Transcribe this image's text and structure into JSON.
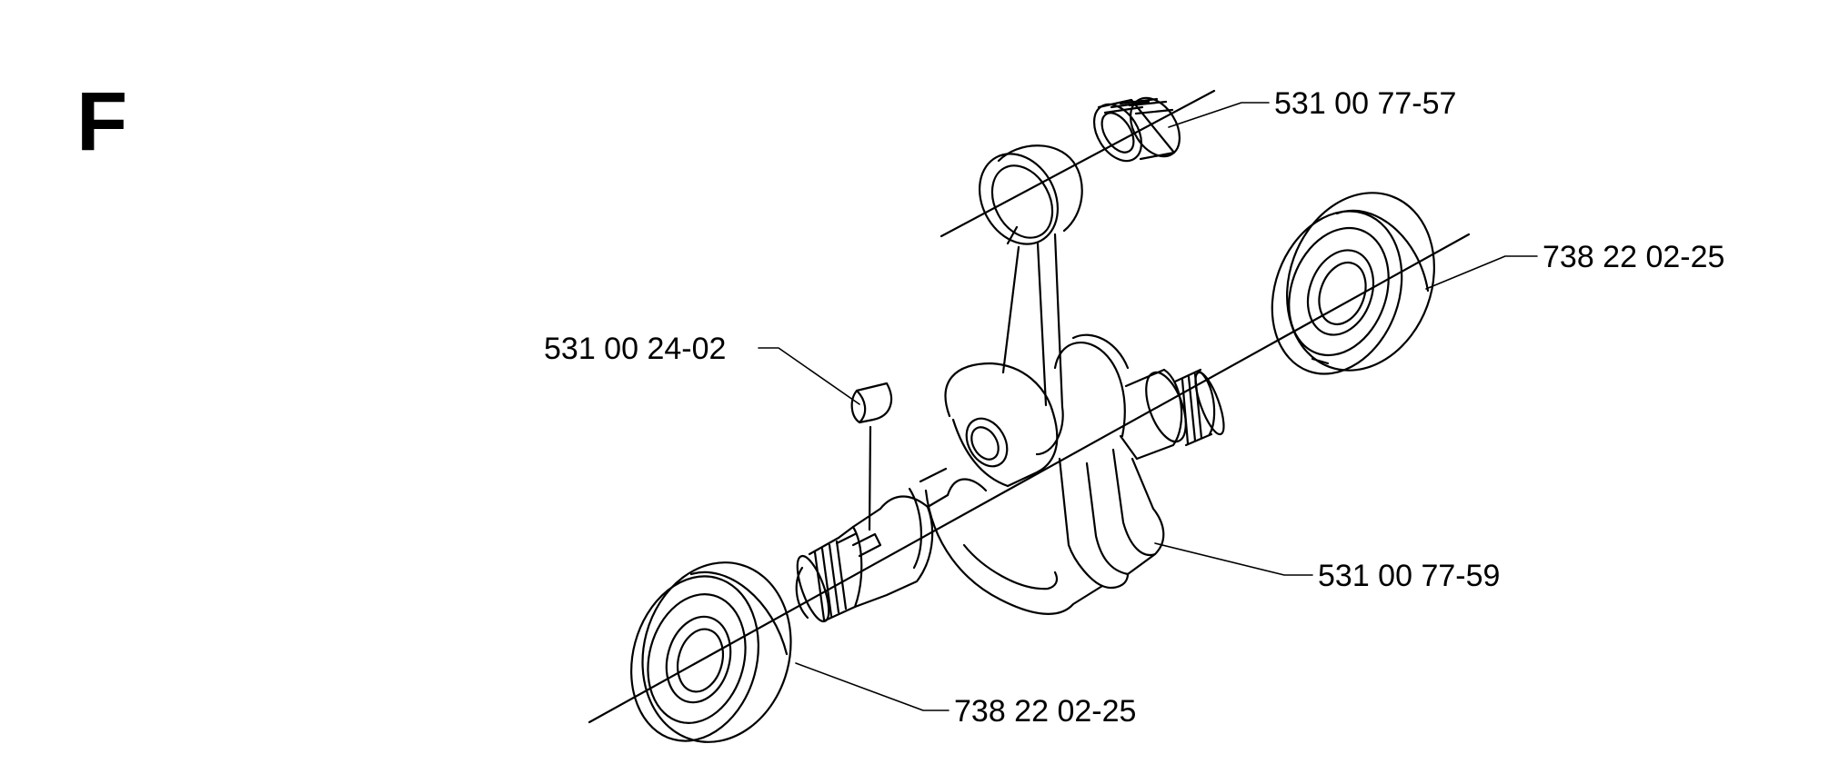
{
  "section_letter": "F",
  "parts": [
    {
      "part_number": "531 00 77-57",
      "description_visible": ""
    },
    {
      "part_number": "738 22 02-25",
      "description_visible": ""
    },
    {
      "part_number": "531 00 24-02",
      "description_visible": ""
    },
    {
      "part_number": "531 00 77-59",
      "description_visible": ""
    },
    {
      "part_number": "738 22 02-25",
      "description_visible": ""
    }
  ],
  "colors": {
    "line": "#000000",
    "background": "#ffffff"
  }
}
